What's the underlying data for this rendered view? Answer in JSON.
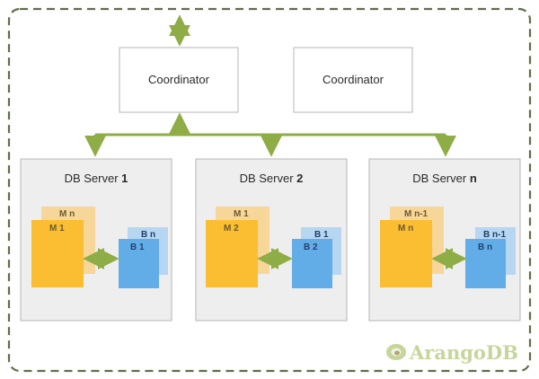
{
  "coordinators": [
    "Coordinator",
    "Coordinator"
  ],
  "servers": [
    {
      "name": "DB Server ",
      "number": "1",
      "master_back": "M n",
      "master_front": "M 1",
      "backup_back": "B n",
      "backup_front": "B 1"
    },
    {
      "name": "DB Server ",
      "number": "2",
      "master_back": "M 1",
      "master_front": "M 2",
      "backup_back": "B 1",
      "backup_front": "B 2"
    },
    {
      "name": "DB Server ",
      "number": "n",
      "master_back": "M n-1",
      "master_front": "M n",
      "backup_back": "B n-1",
      "backup_front": "B n"
    }
  ],
  "logo": {
    "text": "ArangoDB"
  },
  "colors": {
    "connector": "#8fad46",
    "border_dashed": "#5f6f4a",
    "server_fill": "#eeeeee",
    "master": "#fbbd31",
    "master_shadow": "#f7d69a",
    "backup": "#62ade8",
    "backup_shadow": "#b6d6f2"
  }
}
